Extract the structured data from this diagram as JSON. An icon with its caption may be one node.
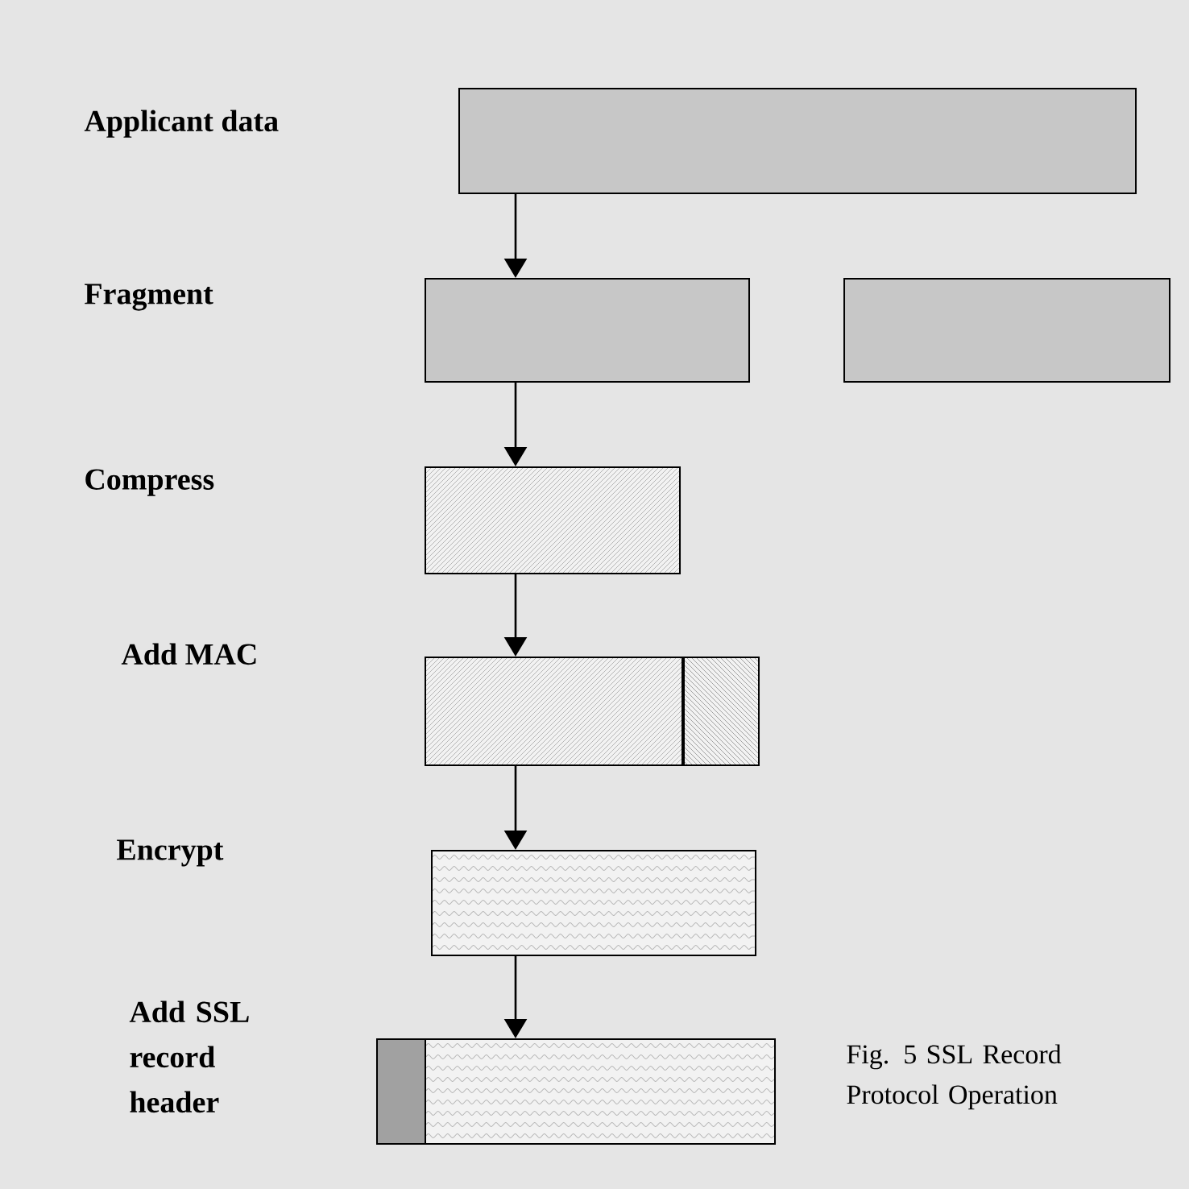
{
  "diagram": {
    "caption": "Fig. 5 SSL Record Protocol Operation",
    "nodes": [
      {
        "text": [],
        "shape": "box"
      },
      {
        "text": [],
        "shape": "box"
      },
      {
        "text": [],
        "shape": "box"
      },
      {
        "text": [],
        "shape": "box"
      },
      {
        "text": [],
        "shape": "box"
      },
      {
        "text": [],
        "shape": "box"
      },
      {
        "text": [],
        "shape": "box"
      },
      {
        "text": [],
        "shape": "box"
      },
      {
        "text": [],
        "shape": "box"
      }
    ],
    "edges": [
      {
        "from": 0,
        "to": 1,
        "arrow": "to"
      },
      {
        "from": 1,
        "to": 3,
        "arrow": "to"
      },
      {
        "from": 3,
        "to": 4,
        "arrow": "to"
      },
      {
        "from": 4,
        "to": 6,
        "arrow": "to"
      },
      {
        "from": 6,
        "to": 8,
        "arrow": "to"
      }
    ],
    "labels": [
      "Applicant data",
      "Fragment",
      "Compress",
      "Add MAC",
      "Encrypt",
      "Add SSL record header"
    ]
  }
}
